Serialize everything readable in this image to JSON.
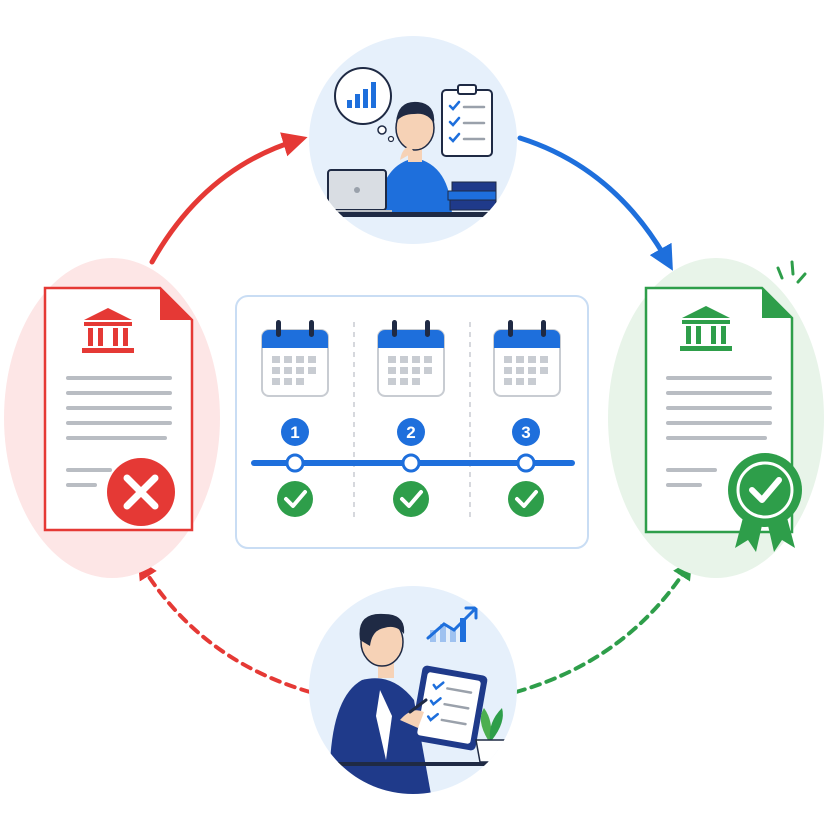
{
  "colors": {
    "red": "#e53935",
    "blue": "#1e6fdc",
    "green": "#2e9e4a",
    "red_bg": "#fde6e6",
    "blue_bg": "#e6f0fb",
    "green_bg": "#e8f4e9",
    "gray_line": "#c8ccd2",
    "navy": "#1f3a8a"
  },
  "nodes": {
    "top": {
      "icon": "person-analyzing-chart-icon"
    },
    "left": {
      "icon": "rejected-document-icon",
      "badge": "x-mark-icon"
    },
    "right": {
      "icon": "approved-document-icon",
      "badge": "award-ribbon-icon"
    },
    "bottom": {
      "icon": "person-reviewing-checklist-icon"
    }
  },
  "arrows": [
    {
      "from": "left",
      "to": "top",
      "style": "solid",
      "color": "red"
    },
    {
      "from": "top",
      "to": "right",
      "style": "solid",
      "color": "blue"
    },
    {
      "from": "bottom",
      "to": "right",
      "style": "dashed",
      "color": "green"
    },
    {
      "from": "bottom",
      "to": "left",
      "style": "dashed",
      "color": "red"
    }
  ],
  "timeline": {
    "steps": [
      {
        "number": "1",
        "icon": "calendar-icon",
        "status": "check-icon"
      },
      {
        "number": "2",
        "icon": "calendar-icon",
        "status": "check-icon"
      },
      {
        "number": "3",
        "icon": "calendar-icon",
        "status": "check-icon"
      }
    ]
  }
}
